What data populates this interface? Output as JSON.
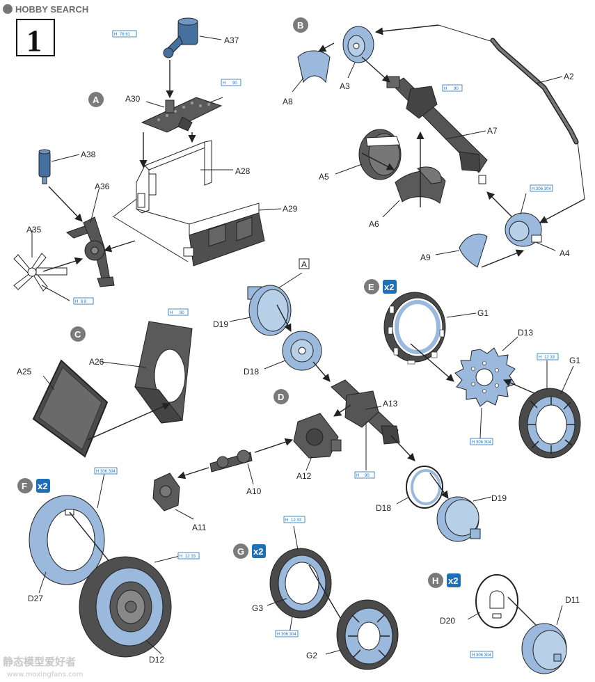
{
  "header": {
    "brand": "HOBBY SEARCH",
    "step_number": "1"
  },
  "sections": {
    "A": "A",
    "B": "B",
    "C": "C",
    "D": "D",
    "E": "E",
    "F": "F",
    "G": "G",
    "H": "H",
    "subassembly_ref": "A",
    "multiplier": "x2"
  },
  "parts": {
    "A37": "A37",
    "A30": "A30",
    "A28": "A28",
    "A29": "A29",
    "A38": "A38",
    "A36": "A36",
    "A35": "A35",
    "A3": "A3",
    "A8": "A8",
    "A2": "A2",
    "A7": "A7",
    "A5": "A5",
    "A6": "A6",
    "A9": "A9",
    "A4": "A4",
    "A25": "A25",
    "A26": "A26",
    "D19_top": "D19",
    "D18_top": "D18",
    "A13": "A13",
    "A12": "A12",
    "A10": "A10",
    "A11": "A11",
    "D18_bottom": "D18",
    "D19_bottom": "D19",
    "G1_top": "G1",
    "D13": "D13",
    "G1_right": "G1",
    "D27": "D27",
    "D12": "D12",
    "G3": "G3",
    "G2": "G2",
    "D20": "D20",
    "D11": "D11"
  },
  "paint_codes": {
    "a37": "76 61",
    "a30": "90",
    "a35": "8 8",
    "a7": "90",
    "a4": "306 304",
    "a26": "90",
    "a13": "90",
    "g1": "12 33",
    "d13": "306 304",
    "d27": "306 304",
    "d12": "12 33",
    "g3_top": "12 33",
    "g3_bottom": "306 304",
    "d11": "306 304"
  },
  "watermark": {
    "text": "静态模型爱好者",
    "url": "www.moxingfans.com"
  },
  "colors": {
    "part_blue": "#9ab9dc",
    "part_grey": "#5a5a5a",
    "dark_grey": "#3a3a3a",
    "accent_blue": "#1d6fb8",
    "section_grey": "#7a7a7a"
  }
}
